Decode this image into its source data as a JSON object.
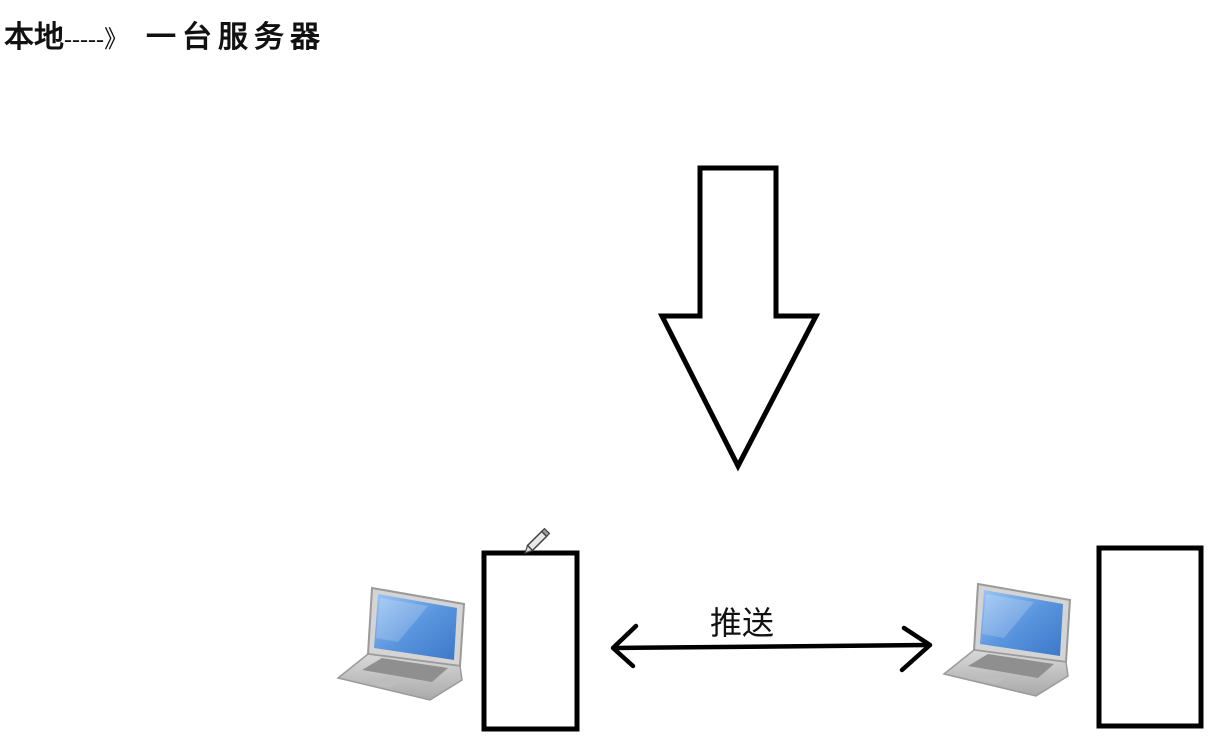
{
  "title": {
    "source": "本地",
    "separator": "-----》",
    "target": "一台服务器"
  },
  "diagram": {
    "edge_label": "推送",
    "nodes": [
      {
        "icon": "laptop-icon"
      },
      {
        "icon": "document-box-icon"
      },
      {
        "icon": "laptop-icon"
      },
      {
        "icon": "document-box-icon"
      }
    ]
  },
  "colors": {
    "stroke": "#000000",
    "screen_blue": "#6fa8e8",
    "laptop_gray": "#c8c8c8"
  }
}
